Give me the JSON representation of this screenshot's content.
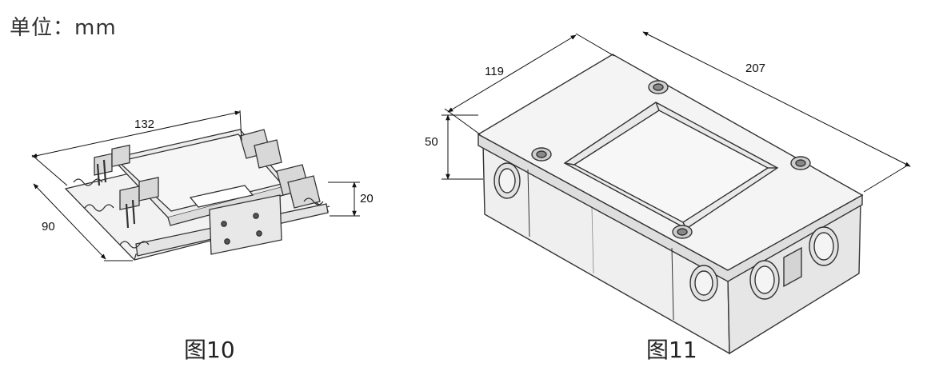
{
  "unit_label": "单位：mm",
  "figure10": {
    "caption": "图10",
    "dim_length": "132",
    "dim_width": "90",
    "dim_height": "20"
  },
  "figure11": {
    "caption": "图11",
    "dim_width": "119",
    "dim_length": "207",
    "dim_height": "50"
  }
}
